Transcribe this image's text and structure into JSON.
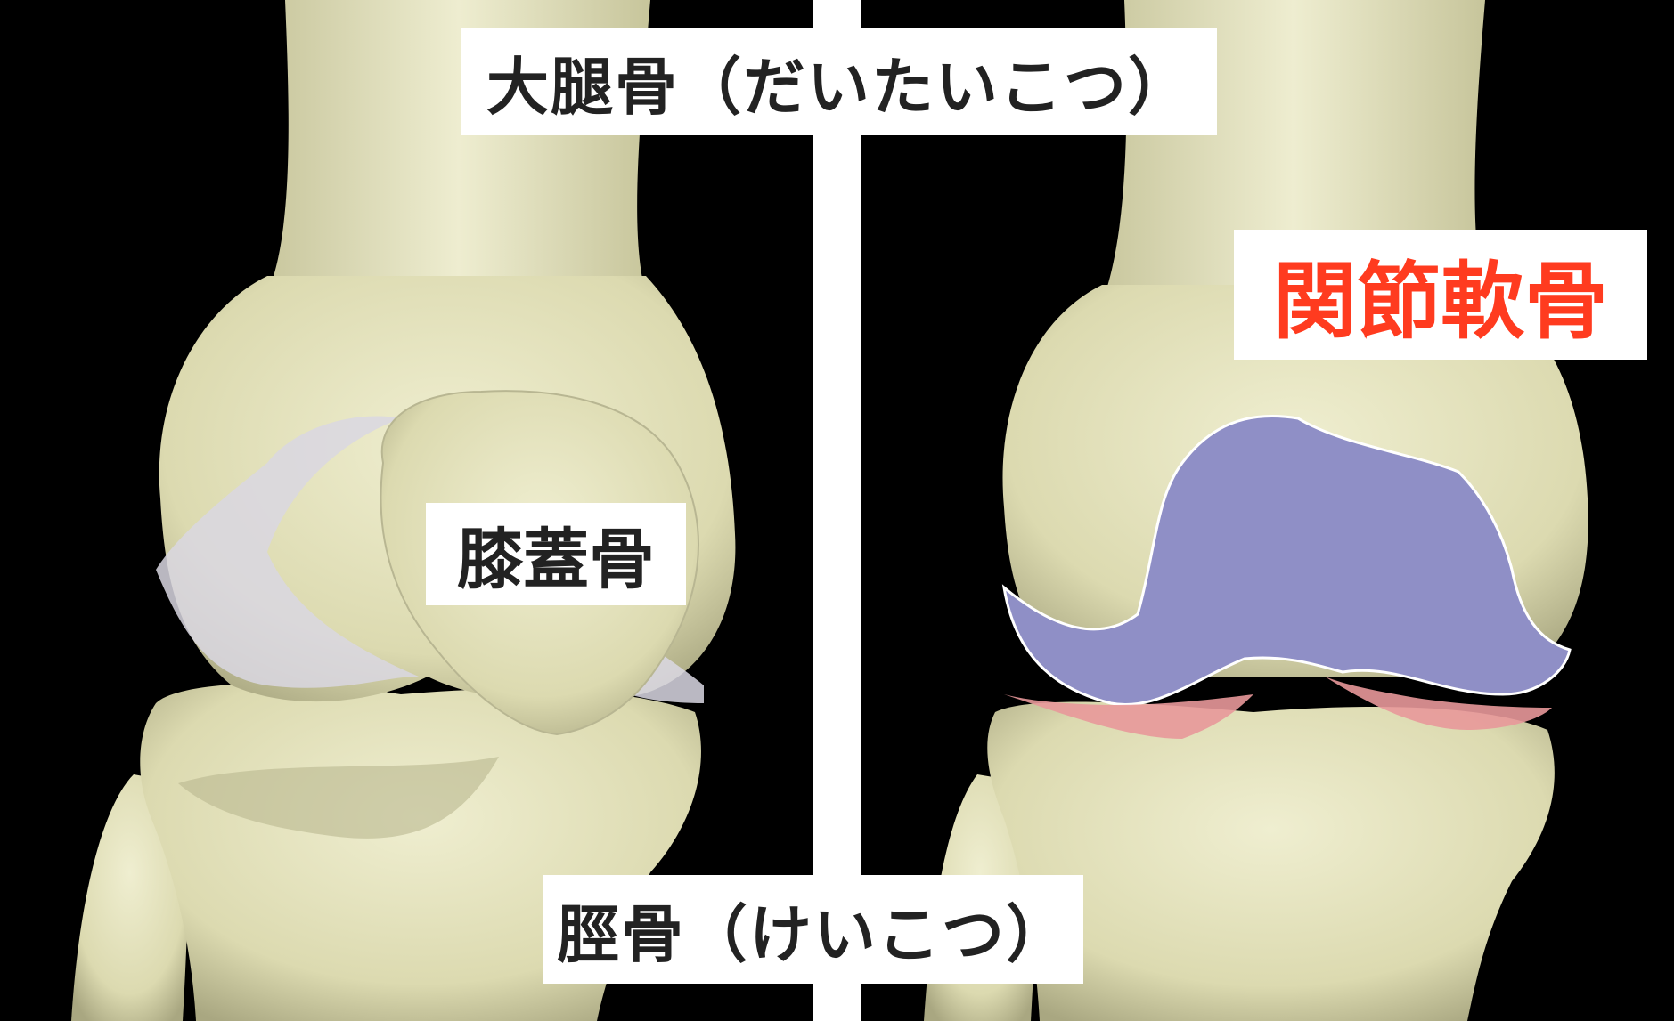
{
  "labels": {
    "femur": "大腿骨（だいたいこつ）",
    "patella": "膝蓋骨",
    "tibia": "脛骨（けいこつ）",
    "cartilage": "関節軟骨"
  },
  "colors": {
    "background": "#000000",
    "divider": "#ffffff",
    "bone": "#e6e4bf",
    "cartilage_femoral": "#8f8fc6",
    "cartilage_tibial": "#e8989a",
    "label_text": "#222222",
    "highlight_text": "#ff3b1f"
  },
  "panels": {
    "left": "Knee joint anterior view with patella",
    "right": "Knee joint anterior view with articular cartilage highlighted"
  }
}
